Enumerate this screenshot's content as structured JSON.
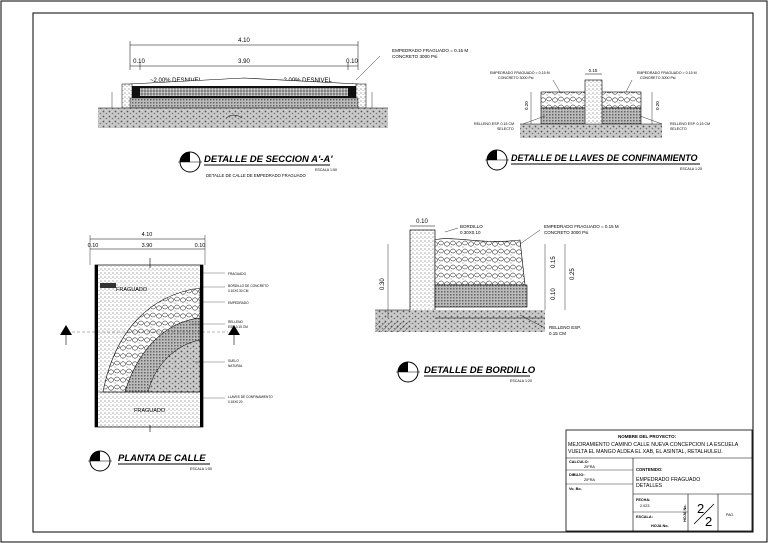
{
  "section_aa": {
    "dim_total": "4.10",
    "dim_left": "0.10",
    "dim_center": "3.90",
    "dim_right": "0.10",
    "slope_left": "~2.00% DESNIVEL",
    "slope_right": "~2.00% DESNIVEL",
    "note": "EMPEDRADO FRAGUADO = 0.15 M\nCONCRETO 3000 Psi",
    "title": "DETALLE DE SECCION A'-A'",
    "scale": "ESCALA 1:50",
    "subtitle": "DETALLE DE CALLE DE EMPEDRADO FRAGUADO"
  },
  "llaves": {
    "dim_top": "0.15",
    "dim_left": "0.20",
    "dim_right": "0.20",
    "note_left_top": "EMPEDRADO FRAGUADO = 0.15 M\nCONCRETO 3000 Psi",
    "note_right_top": "EMPEDRADO FRAGUADO = 0.15 M\nCONCRETO 3000 Psi",
    "note_left_bot": "RELLENO ESP. 0.15 CM\nSELECTO",
    "note_right_bot": "RELLENO ESP. 0.15 CM\nSELECTO",
    "title": "DETALLE DE LLAVES DE CONFINAMIENTO",
    "scale": "ESCALA 1:25"
  },
  "planta": {
    "dim_total": "4.10",
    "dim_left": "0.10",
    "dim_center": "3.90",
    "dim_right": "0.10",
    "label_top": "FRAGUADO",
    "label_bottom": "FRAGUADO",
    "callouts": [
      "FRAGUADO",
      "BORDILLO DE CONCRETO\n0.10X0.30 CM",
      "EMPEDRADO",
      "RELLENO\nESP. 0.15 CM",
      "SUELO\nNATURAL",
      "LLAVES DE CONFINAMIENTO\n0.15X0.20"
    ],
    "title": "PLANTA DE CALLE",
    "scale": "ESCALA 1:50"
  },
  "bordillo": {
    "dim_top": "0.10",
    "dim_height": "0.30",
    "dim_a": "0.15",
    "dim_b": "0.10",
    "dim_c": "0.25",
    "note_bordillo": "BORDILLO\n0.30X0.10",
    "note_empedrado": "EMPEDRADO FRAGUADO = 0.15 M\nCONCRETO 3000 Psi",
    "note_relleno": "RELLENO ESP.\n0.15 CM",
    "title": "DETALLE DE BORDILLO",
    "scale": "ESCALA 1:20"
  },
  "title_block": {
    "project_heading": "NOMBRE DEL PROYECTO:",
    "project_name_1": "MEJORAMIENTO CAMINO CALLE NUEVA CONCEPCION LA ESCUELA",
    "project_name_2": "VUELTA EL MANGO ALDEA EL XAB, EL ASINTAL, RETALHULEU.",
    "calculo_label": "CALCULO:",
    "calculo_value": "ZIFRA",
    "dibujo_label": "DIBUJO:",
    "dibujo_value": "ZIFRA",
    "vo_label": "Vo. Bo.",
    "contenido_label": "CONTENIDO:",
    "contenido_1": "EMPEDRADO FRAGUADO",
    "contenido_2": "DETALLES",
    "fecha_label": "FECHA:",
    "fecha_value": "2.023",
    "escala_label": "ESCALA:",
    "hoja_label": "HOJA No.",
    "sheet_num": "2",
    "sheet_total": "2",
    "small_mark": "PAG."
  },
  "colors": {
    "ink": "#000000",
    "paper": "#ffffff",
    "gravel": "#8a8a8a"
  }
}
